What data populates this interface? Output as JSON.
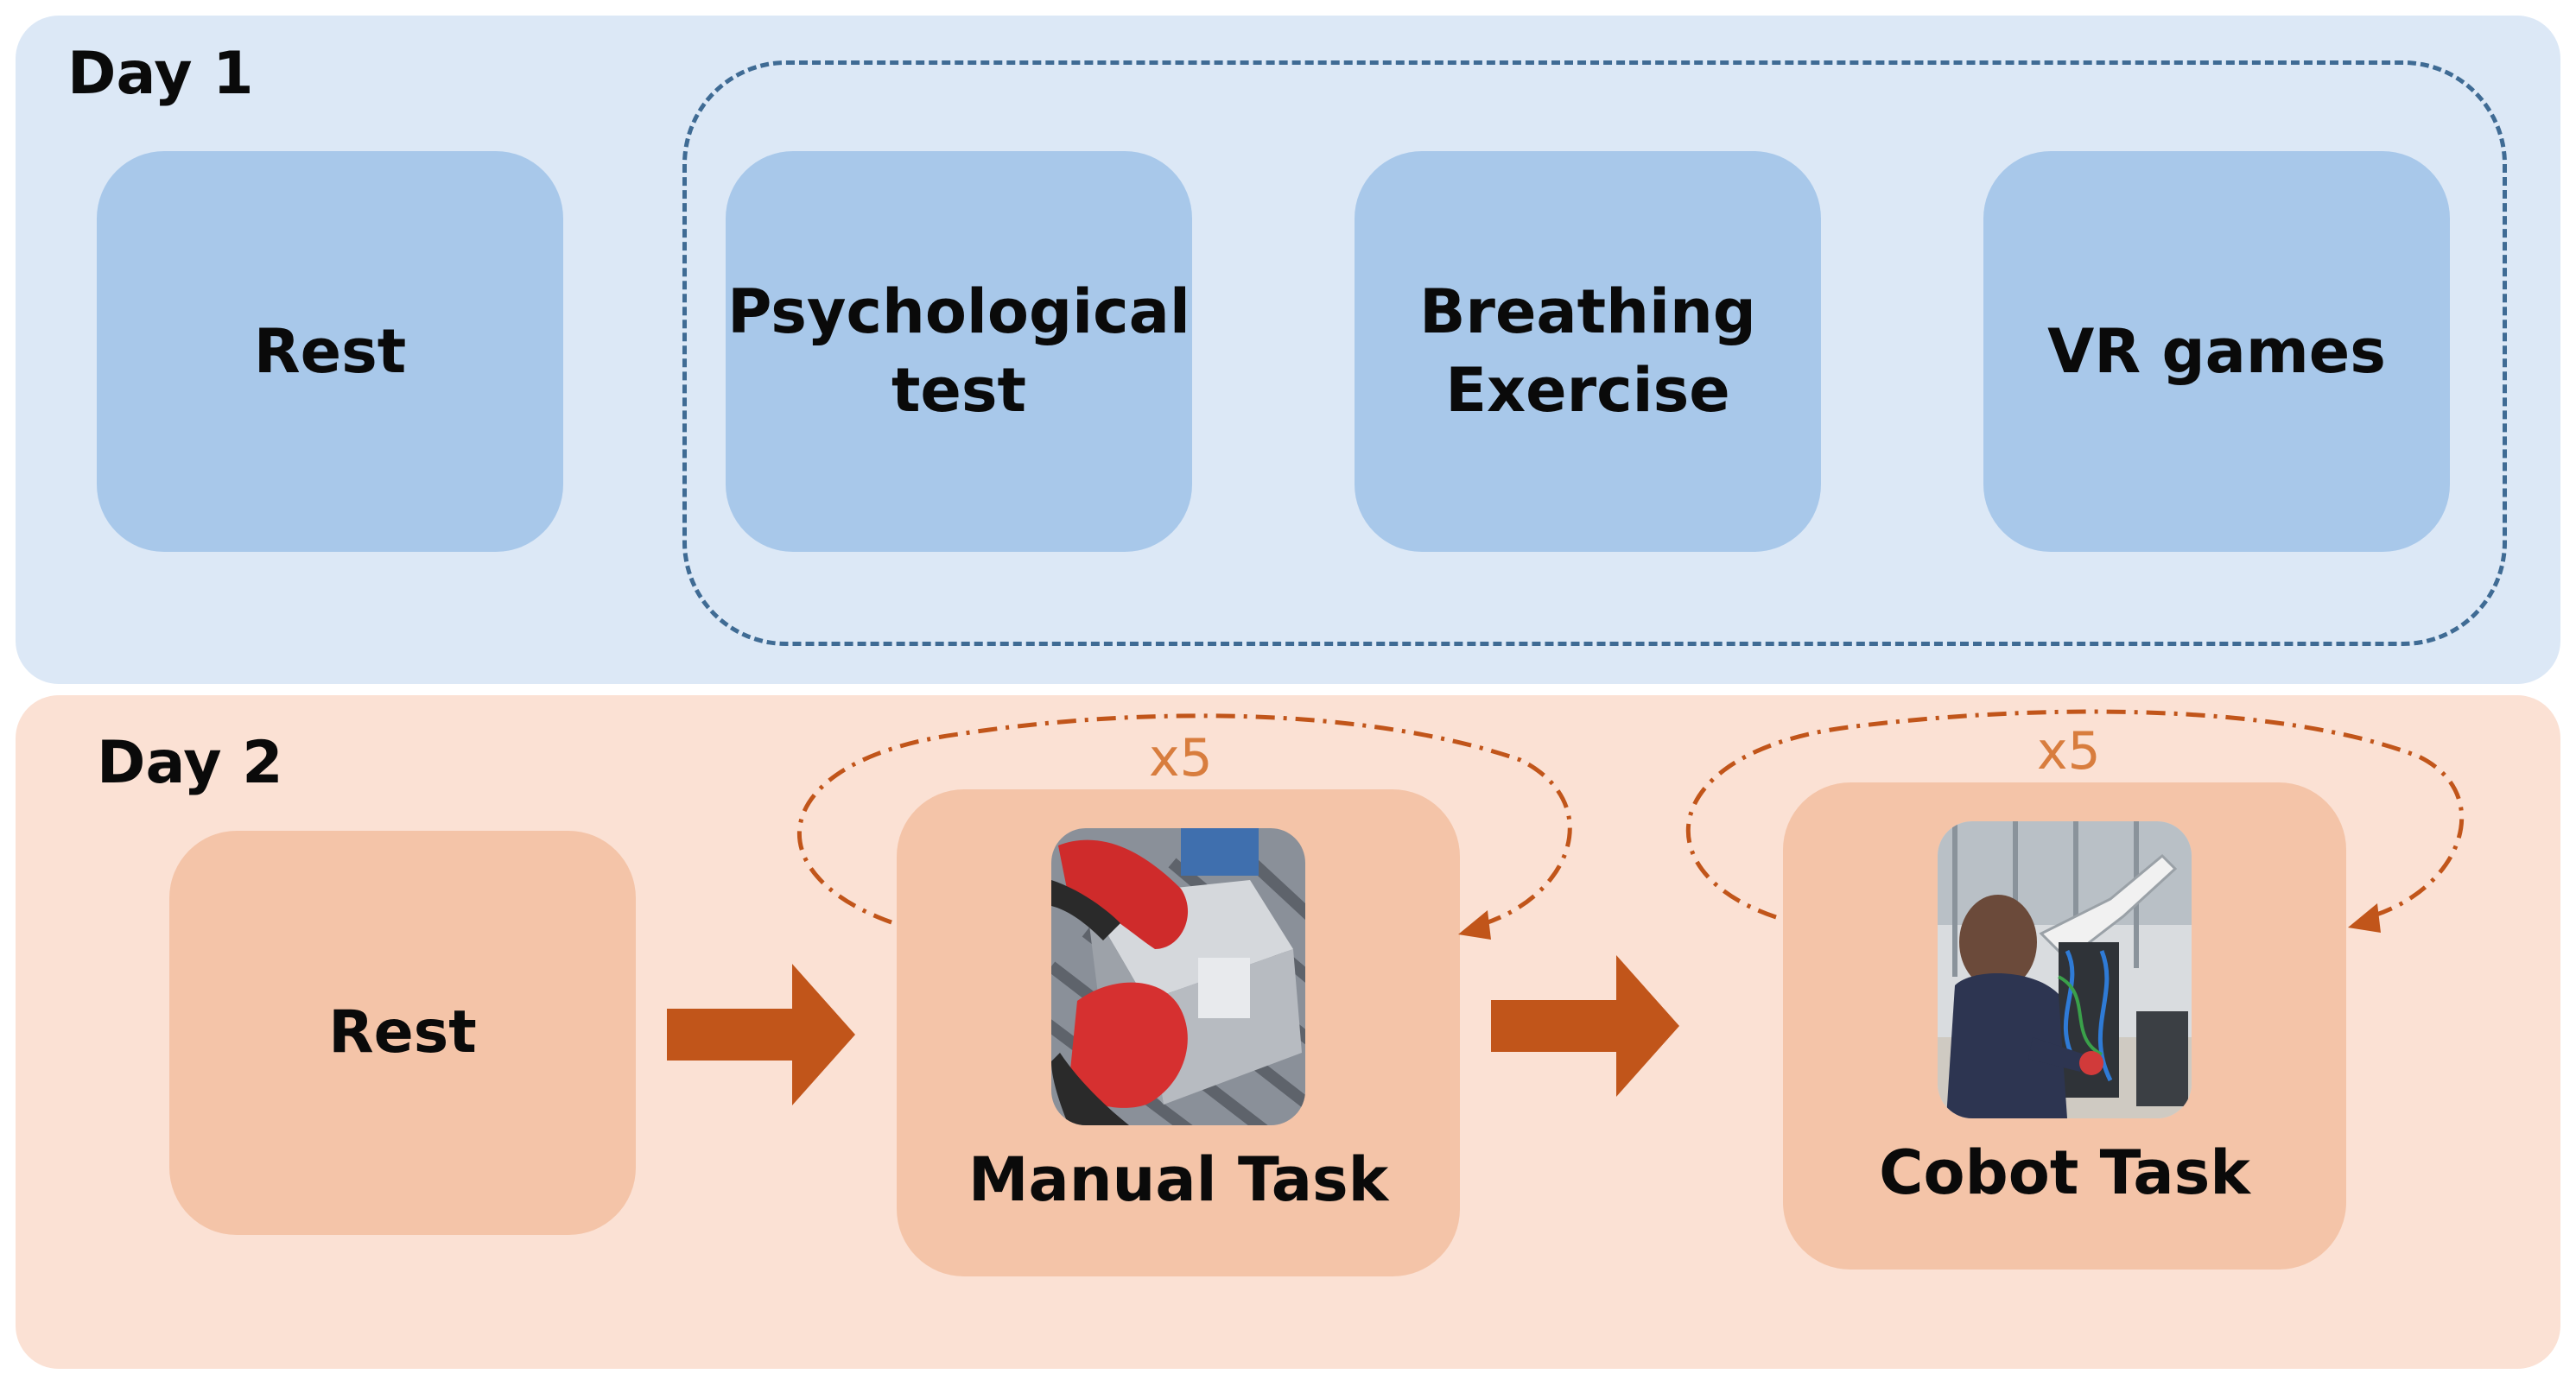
{
  "day1": {
    "label": "Day 1",
    "rest": "Rest",
    "activities": [
      "Psychological\ntest",
      "Breathing\nExercise",
      "VR games"
    ]
  },
  "day2": {
    "label": "Day 2",
    "rest": "Rest",
    "manual_task": "Manual Task",
    "cobot_task": "Cobot Task",
    "manual_repetitions": "x5",
    "cobot_repetitions": "x5"
  },
  "colors": {
    "day1_panel": "#dce8f6",
    "day1_box": "#a8c8ea",
    "day1_dashed": "#3f6b94",
    "day2_panel": "#fbe1d4",
    "day2_box": "#f4c4a8",
    "arrow": "#c1551a",
    "repeat_loop": "#c1551a"
  }
}
